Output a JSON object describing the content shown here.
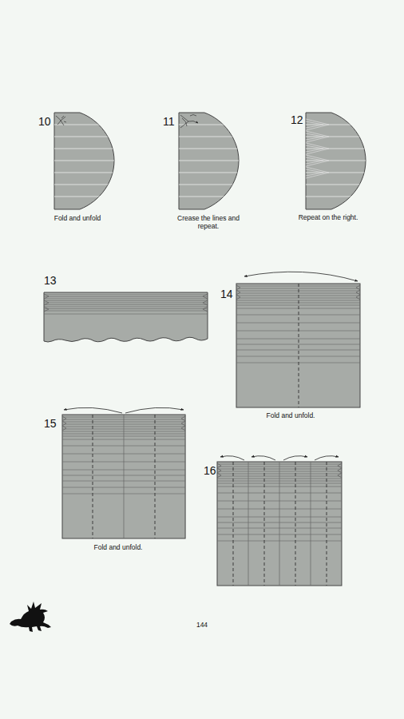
{
  "diagram": {
    "labels": [
      "10",
      "Fold and unfold",
      "11",
      "Crease the lines and repeat.",
      "12",
      "Repeat on the right.",
      "13",
      "14",
      "Fold and unfold.",
      "15",
      "Fold and unfold.",
      "16",
      "144"
    ]
  }
}
